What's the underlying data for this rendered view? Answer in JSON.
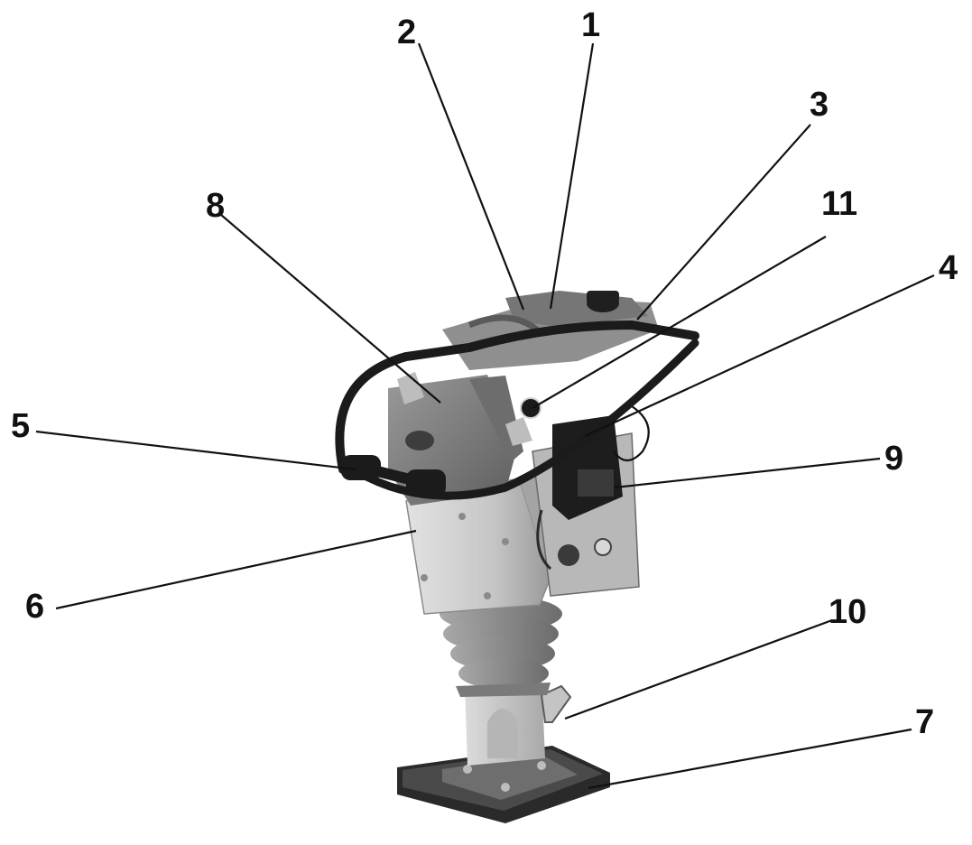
{
  "diagram": {
    "subject": "rammer-illustration",
    "callouts": [
      {
        "id": "1",
        "label": "1"
      },
      {
        "id": "2",
        "label": "2"
      },
      {
        "id": "3",
        "label": "3"
      },
      {
        "id": "4",
        "label": "4"
      },
      {
        "id": "5",
        "label": "5"
      },
      {
        "id": "6",
        "label": "6"
      },
      {
        "id": "7",
        "label": "7"
      },
      {
        "id": "8",
        "label": "8"
      },
      {
        "id": "9",
        "label": "9"
      },
      {
        "id": "10",
        "label": "10"
      },
      {
        "id": "11",
        "label": "11"
      }
    ],
    "colors": {
      "frame": "#1b1b1b",
      "housing": "#7a7a7a",
      "body": "#c9c9c9",
      "bellows": "#8d8d8d",
      "foot": "#2a2a2a"
    }
  }
}
